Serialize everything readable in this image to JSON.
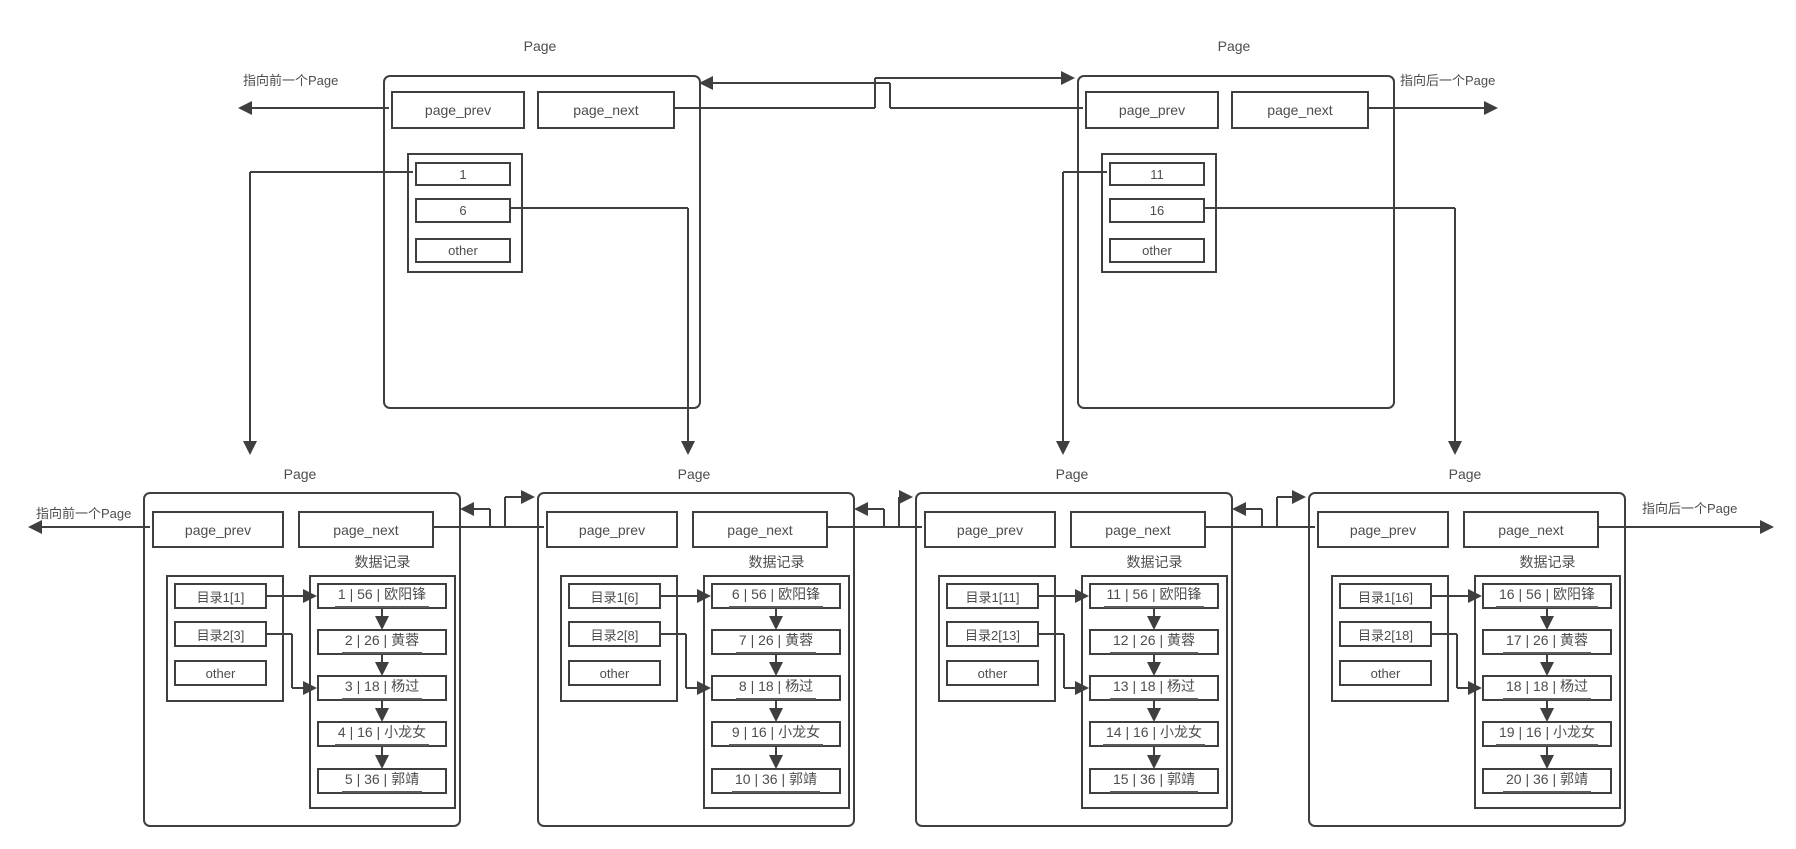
{
  "diagram": {
    "colors": {
      "line": "#3f3f3f",
      "text": "#4d4d4d",
      "background": "#ffffff"
    },
    "edge_labels": {
      "top_prev": "指向前一个Page",
      "top_next": "指向后一个Page",
      "leaf_prev": "指向前一个Page",
      "leaf_next": "指向后一个Page"
    },
    "top_pages": [
      {
        "title": "Page",
        "prev": "page_prev",
        "next": "page_next",
        "keys": [
          "1",
          "6",
          "other"
        ]
      },
      {
        "title": "Page",
        "prev": "page_prev",
        "next": "page_next",
        "keys": [
          "11",
          "16",
          "other"
        ]
      }
    ],
    "leaf_pages": [
      {
        "title": "Page",
        "prev": "page_prev",
        "next": "page_next",
        "directory": [
          "目录1[1]",
          "目录2[3]",
          "other"
        ],
        "records_title": "数据记录",
        "records": [
          "1 | 56 | 欧阳锋",
          "2 | 26 | 黄蓉",
          "3 | 18 | 杨过",
          "4 | 16 | 小龙女",
          "5 | 36 | 郭靖"
        ]
      },
      {
        "title": "Page",
        "prev": "page_prev",
        "next": "page_next",
        "directory": [
          "目录1[6]",
          "目录2[8]",
          "other"
        ],
        "records_title": "数据记录",
        "records": [
          "6 | 56 | 欧阳锋",
          "7 | 26 | 黄蓉",
          "8 | 18 | 杨过",
          "9 | 16 | 小龙女",
          "10 | 36 | 郭靖"
        ]
      },
      {
        "title": "Page",
        "prev": "page_prev",
        "next": "page_next",
        "directory": [
          "目录1[11]",
          "目录2[13]",
          "other"
        ],
        "records_title": "数据记录",
        "records": [
          "11 | 56 | 欧阳锋",
          "12 | 26 | 黄蓉",
          "13 | 18 | 杨过",
          "14 | 16 | 小龙女",
          "15 | 36 | 郭靖"
        ]
      },
      {
        "title": "Page",
        "prev": "page_prev",
        "next": "page_next",
        "directory": [
          "目录1[16]",
          "目录2[18]",
          "other"
        ],
        "records_title": "数据记录",
        "records": [
          "16 | 56 | 欧阳锋",
          "17 | 26 | 黄蓉",
          "18 | 18 | 杨过",
          "19 | 16 | 小龙女",
          "20 | 36 | 郭靖"
        ]
      }
    ]
  }
}
